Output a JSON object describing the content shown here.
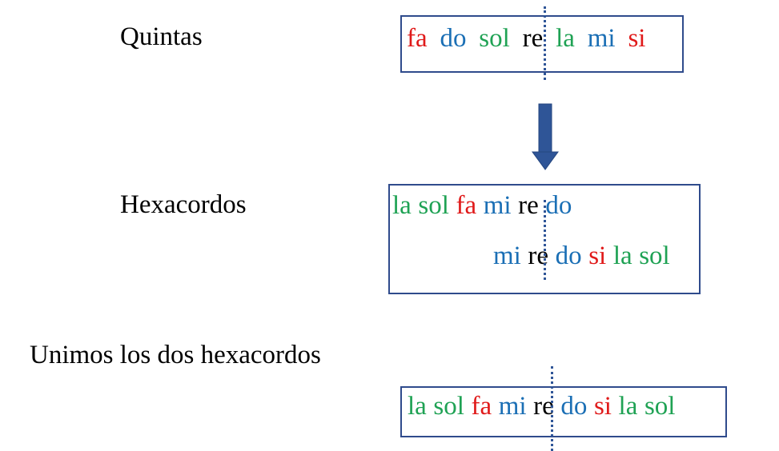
{
  "colors": {
    "red": "#E01A1A",
    "blue": "#1B6FB5",
    "green": "#1FA254",
    "black": "#000000",
    "box_border": "#2F4B8C",
    "arrow": "#2F5597",
    "dotted": "#2F5597"
  },
  "labels": {
    "quintas": "Quintas",
    "hexacordos": "Hexacordos",
    "unimos": "Unimos los dos hexacordos"
  },
  "quintas_notes": [
    {
      "text": "fa",
      "color": "red"
    },
    {
      "text": "do",
      "color": "blue"
    },
    {
      "text": "sol",
      "color": "green"
    },
    {
      "text": "re",
      "color": "black"
    },
    {
      "text": "la",
      "color": "green"
    },
    {
      "text": "mi",
      "color": "blue"
    },
    {
      "text": "si",
      "color": "red"
    }
  ],
  "hexacordo_1": [
    {
      "text": "la",
      "color": "green"
    },
    {
      "text": "sol",
      "color": "green"
    },
    {
      "text": "fa",
      "color": "red"
    },
    {
      "text": "mi",
      "color": "blue"
    },
    {
      "text": "re",
      "color": "black"
    },
    {
      "text": "do",
      "color": "blue"
    }
  ],
  "hexacordo_2": [
    {
      "text": "mi",
      "color": "blue"
    },
    {
      "text": "re",
      "color": "black"
    },
    {
      "text": "do",
      "color": "blue"
    },
    {
      "text": "si",
      "color": "red"
    },
    {
      "text": "la",
      "color": "green"
    },
    {
      "text": "sol",
      "color": "green"
    }
  ],
  "union_notes": [
    {
      "text": "la",
      "color": "green"
    },
    {
      "text": "sol",
      "color": "green"
    },
    {
      "text": "fa",
      "color": "red"
    },
    {
      "text": "mi",
      "color": "blue"
    },
    {
      "text": "re",
      "color": "black"
    },
    {
      "text": "do",
      "color": "blue"
    },
    {
      "text": "si",
      "color": "red"
    },
    {
      "text": "la",
      "color": "green"
    },
    {
      "text": "sol",
      "color": "green"
    }
  ]
}
